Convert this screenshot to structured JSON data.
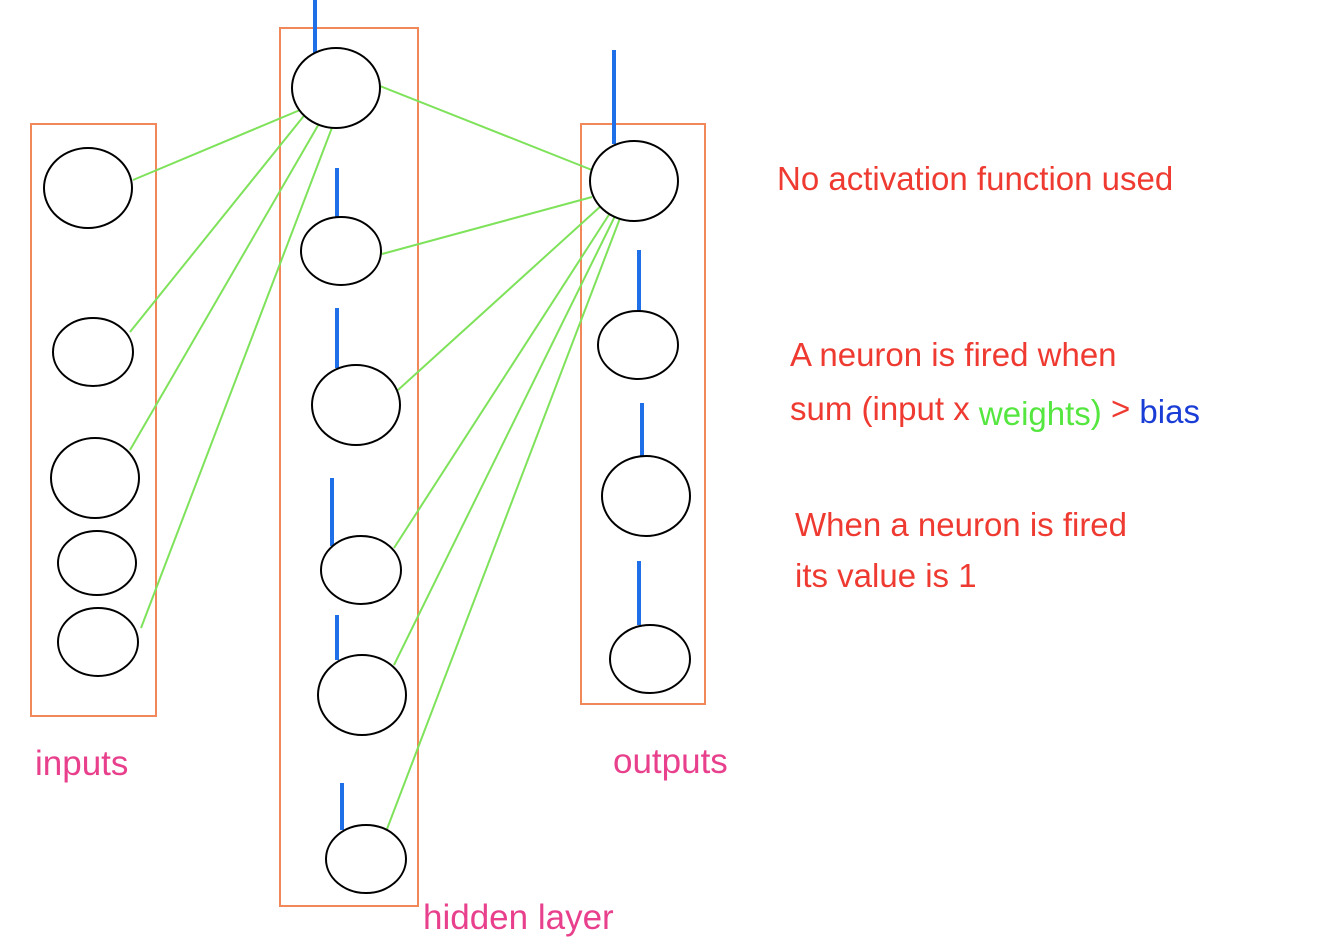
{
  "labels": {
    "inputs": "inputs",
    "hidden": "hidden layer",
    "outputs": "outputs"
  },
  "notes": {
    "line1": "No activation function used",
    "line2": "A neuron is fired  when",
    "line3_prefix": "sum (input x ",
    "line3_weights": "weights",
    "line3_paren": ")",
    "line3_gt": " > ",
    "line3_bias": "bias",
    "line4": "When a neuron is fired",
    "line5": "its value is 1"
  },
  "colors": {
    "layer_box": "#f0885a",
    "connection": "#7ee25a",
    "bias_line": "#1e6fe8",
    "neuron_stroke": "#000000",
    "note_text": "#ee3a30",
    "layer_label": "#e8408c",
    "weights_text": "#55e640",
    "bias_text": "#1a3dd6"
  }
}
